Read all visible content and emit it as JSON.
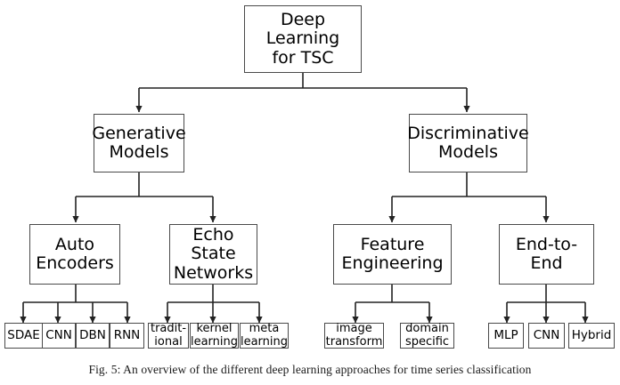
{
  "figure": {
    "caption": "Fig. 5: An overview of the different deep learning approaches for time series classification",
    "line_color": "#222222",
    "box_border_color": "#4a4a4a",
    "background": "#ffffff"
  },
  "nodes": {
    "root": {
      "label": "Deep\nLearning\nfor TSC"
    },
    "level1": [
      {
        "label": "Generative\nModels"
      },
      {
        "label": "Discriminative\nModels"
      }
    ],
    "level2": [
      {
        "label": "Auto\nEncoders"
      },
      {
        "label": "Echo\nState\nNetworks"
      },
      {
        "label": "Feature\nEngineering"
      },
      {
        "label": "End-to-End"
      }
    ],
    "leaves": {
      "auto_encoders": [
        {
          "label": "SDAE"
        },
        {
          "label": "CNN"
        },
        {
          "label": "DBN"
        },
        {
          "label": "RNN"
        }
      ],
      "echo_state_networks": [
        {
          "label": "tradit-\nional"
        },
        {
          "label": "kernel\nlearning"
        },
        {
          "label": "meta\nlearning"
        }
      ],
      "feature_engineering": [
        {
          "label": "image\ntransform"
        },
        {
          "label": "domain\nspecific"
        }
      ],
      "end_to_end": [
        {
          "label": "MLP"
        },
        {
          "label": "CNN"
        },
        {
          "label": "Hybrid"
        }
      ]
    }
  }
}
